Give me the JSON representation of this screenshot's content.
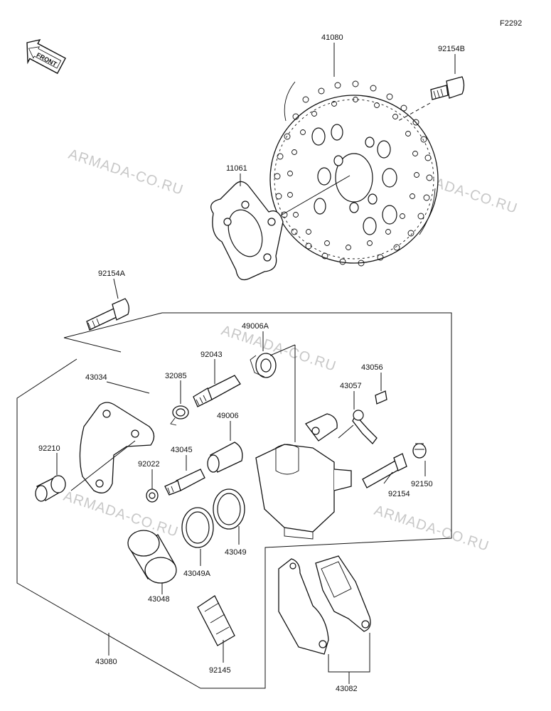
{
  "figure_code": "F2292",
  "front_label": "FRONT",
  "watermark": "ARMADA-CO.RU",
  "parts": {
    "p41080": "41080",
    "p92154B": "92154B",
    "p11061": "11061",
    "p92154A": "92154A",
    "p49006A": "49006A",
    "p92043": "92043",
    "p43034": "43034",
    "p32085": "32085",
    "p43056": "43056",
    "p43057": "43057",
    "p49006": "49006",
    "p92210": "92210",
    "p43045": "43045",
    "p92022": "92022",
    "p92150": "92150",
    "p92154": "92154",
    "p43049": "43049",
    "p43049A": "43049A",
    "p43048": "43048",
    "p43080": "43080",
    "p92145": "92145",
    "p43082": "43082"
  }
}
